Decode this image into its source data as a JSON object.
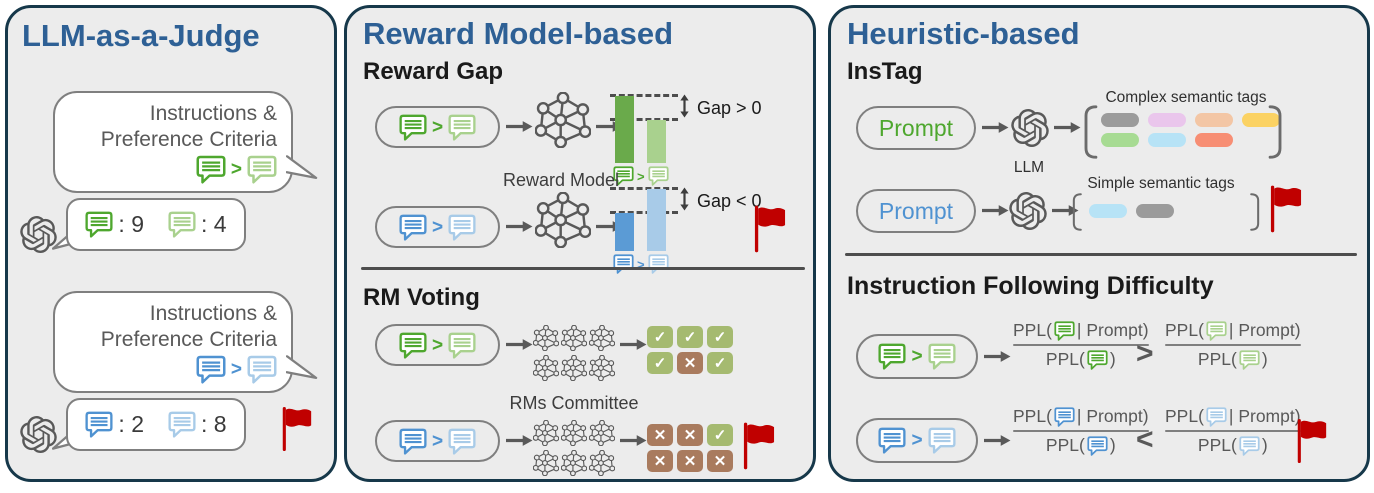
{
  "colors": {
    "title_blue": "#2e6095",
    "panel_border": "#16384a",
    "panel_bg": "#ececec",
    "green": "#4ea72e",
    "light_green": "#a9d18e",
    "blue": "#4f92d1",
    "light_blue": "#a8cbe8",
    "bar_green": "#6aaa4b",
    "bar_light_green": "#a9d18e",
    "bar_blue": "#5b9bd5",
    "bar_light_blue": "#a8cbe8",
    "flag_red": "#c00000",
    "tile_check": "#a5ba70",
    "tile_cross": "#a97b5e"
  },
  "icons": {
    "chat": "speech-bubble-with-lines",
    "openai": "openai-logo",
    "flag": "red-flag",
    "nn": "neural-network-graph",
    "bracket": "rounded-bracket"
  },
  "shared": {
    "compare": ">",
    "check_glyph": "✓",
    "cross_glyph": "✕",
    "tag_palette": {
      "gray": "#9b9b9b",
      "pink": "#eac6ec",
      "peach": "#f3c6a5",
      "yellow": "#fbd263",
      "green": "#a7db93",
      "lightblue": "#b7e3f6",
      "salmon": "#f78e74"
    }
  },
  "panel_judge": {
    "title": "LLM-as-a-Judge",
    "bubble1": {
      "line1": "Instructions &",
      "line2": "Preference Criteria"
    },
    "result1": {
      "a": ": 9",
      "b": ": 4"
    },
    "bubble2": {
      "line1": "Instructions &",
      "line2": "Preference Criteria"
    },
    "result2": {
      "a": ": 2",
      "b": ": 8"
    }
  },
  "panel_reward": {
    "title": "Reward Model-based",
    "gap_heading": "Reward Gap",
    "model_label": "Reward Model",
    "gap_pos": "Gap > 0",
    "gap_neg": "Gap < 0",
    "voting_heading": "RM Voting",
    "committee_label": "RMs Committee",
    "votes_green": [
      [
        "check",
        "check",
        "check"
      ],
      [
        "check",
        "cross",
        "check"
      ]
    ],
    "votes_blue": [
      [
        "cross",
        "cross",
        "check"
      ],
      [
        "cross",
        "cross",
        "cross"
      ]
    ]
  },
  "panel_heuristic": {
    "title": "Heuristic-based",
    "instag_heading": "InsTag",
    "prompt_label": "Prompt",
    "llm_label": "LLM",
    "complex_label": "Complex semantic tags",
    "simple_label": "Simple semantic tags",
    "complex_tags_row1": [
      "gray",
      "pink",
      "peach",
      "yellow"
    ],
    "complex_tags_row2": [
      "green",
      "lightblue",
      "salmon"
    ],
    "simple_tags": [
      "lightblue",
      "gray"
    ],
    "ifd_heading": "Instruction Following Difficulty",
    "ppl_num_open": "PPL(",
    "ppl_num_close": "| Prompt)",
    "ppl_den_open": "PPL(",
    "ppl_den_close": ")",
    "cmp_gt": ">",
    "cmp_lt": "<"
  }
}
